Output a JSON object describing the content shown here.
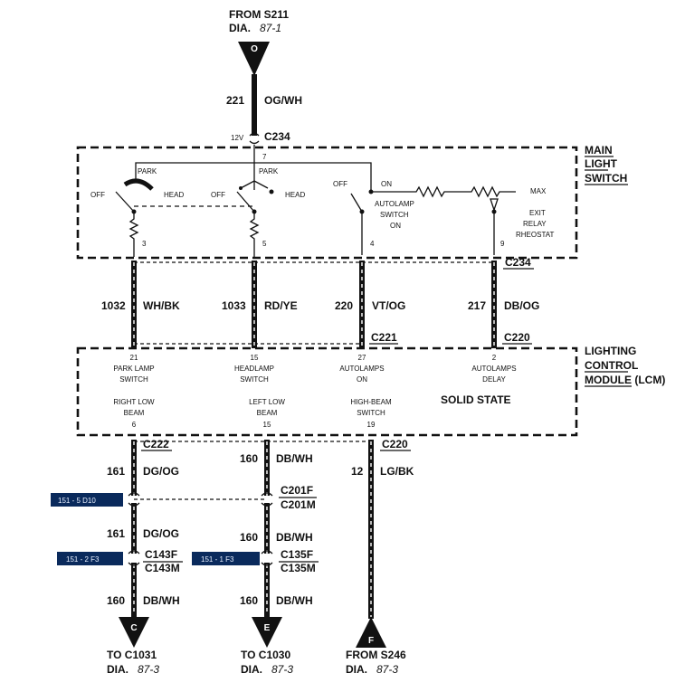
{
  "top_source": {
    "from": "FROM S211",
    "dia_label": "DIA.",
    "dia_ref": "87-1",
    "marker": "O"
  },
  "top_wire": {
    "circuit": "221",
    "color": "OG/WH",
    "voltage": "12V",
    "connector": "C234"
  },
  "switch_box": {
    "title": [
      "MAIN",
      "LIGHT",
      "SWITCH"
    ],
    "pins": [
      "7",
      "3",
      "5",
      "4",
      "9"
    ],
    "park": {
      "label": "PARK",
      "off": "OFF",
      "head": "HEAD"
    },
    "head": {
      "label": "PARK",
      "off": "OFF",
      "head": "HEAD"
    },
    "auto": {
      "off": "OFF",
      "on": "ON",
      "text": [
        "AUTOLAMP",
        "SWITCH",
        "ON"
      ]
    },
    "rheo": {
      "max": "MAX",
      "text": [
        "EXIT",
        "RELAY",
        "RHEOSTAT"
      ]
    }
  },
  "mid_wires": [
    {
      "circuit": "1032",
      "color": "WH/BK"
    },
    {
      "circuit": "1033",
      "color": "RD/YE"
    },
    {
      "circuit": "220",
      "color": "VT/OG"
    },
    {
      "circuit": "217",
      "color": "DB/OG"
    }
  ],
  "mid_connectors": {
    "right_top": "C234",
    "c221": "C221",
    "c220": "C220"
  },
  "lcm": {
    "title": [
      "LIGHTING",
      "CONTROL",
      "MODULE (LCM)"
    ],
    "inputs": [
      {
        "pin": "21",
        "text": [
          "PARK LAMP",
          "SWITCH"
        ]
      },
      {
        "pin": "15",
        "text": [
          "HEADLAMP",
          "SWITCH"
        ]
      },
      {
        "pin": "27",
        "text": [
          "AUTOLAMPS",
          "ON"
        ]
      },
      {
        "pin": "2",
        "text": [
          "AUTOLAMPS",
          "DELAY"
        ]
      }
    ],
    "outputs": [
      {
        "pin": "6",
        "text": [
          "RIGHT LOW",
          "BEAM"
        ]
      },
      {
        "pin": "15",
        "text": [
          "LEFT LOW",
          "BEAM"
        ]
      },
      {
        "pin": "19",
        "text": [
          "HIGH-BEAM",
          "SWITCH"
        ]
      }
    ],
    "solid_state": "SOLID STATE"
  },
  "bottom": {
    "left": {
      "connector_top": "C222",
      "wire1": {
        "circuit": "161",
        "color": "DG/OG"
      },
      "wire2": {
        "circuit": "161",
        "color": "DG/OG"
      },
      "conn_f": "C143F",
      "conn_m": "C143M",
      "wire3": {
        "circuit": "160",
        "color": "DB/WH"
      },
      "marker": "C",
      "to": "TO C1031",
      "dia_label": "DIA.",
      "dia_ref": "87-3"
    },
    "middle": {
      "wire1": {
        "circuit": "160",
        "color": "DB/WH"
      },
      "conn201_f": "C201F",
      "conn201_m": "C201M",
      "wire2": {
        "circuit": "160",
        "color": "DB/WH"
      },
      "conn_f": "C135F",
      "conn_m": "C135M",
      "wire3": {
        "circuit": "160",
        "color": "DB/WH"
      },
      "marker": "E",
      "to": "TO C1030",
      "dia_label": "DIA.",
      "dia_ref": "87-3"
    },
    "right": {
      "connector_top": "C220",
      "wire1": {
        "circuit": "12",
        "color": "LG/BK"
      },
      "marker": "F",
      "from": "FROM S246",
      "dia_label": "DIA.",
      "dia_ref": "87-3"
    }
  },
  "tags": [
    "151 - 5 D10",
    "151 - 2 F3",
    "151 - 1 F3"
  ]
}
